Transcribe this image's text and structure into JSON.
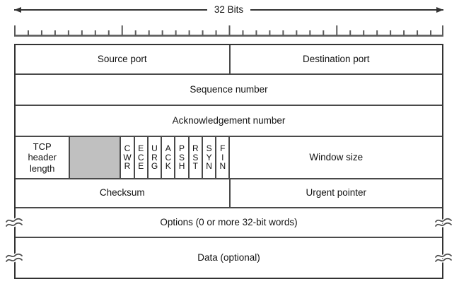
{
  "header": {
    "width_label": "32 Bits"
  },
  "ruler": {
    "bits": 32,
    "major_tick_every": 8
  },
  "colors": {
    "line": "#333333",
    "inner_line": "#4a4a4a",
    "ruler": "#5a5a5a",
    "shaded_fill": "#c0c0c0",
    "text": "#111111"
  },
  "rows": [
    {
      "name": "ports",
      "cells": [
        {
          "label": "Source port"
        },
        {
          "label": "Destination port"
        }
      ]
    },
    {
      "name": "sequence",
      "cells": [
        {
          "label": "Sequence number"
        }
      ]
    },
    {
      "name": "acknowledgement",
      "cells": [
        {
          "label": "Acknowledgement number"
        }
      ]
    },
    {
      "name": "header-length-and-flags",
      "header_length_label": "TCP\nheader\nlength",
      "flags": [
        "C\nW\nR",
        "E\nC\nE",
        "U\nR\nG",
        "A\nC\nK",
        "P\nS\nH",
        "R\nS\nT",
        "S\nY\nN",
        "F\nI\nN"
      ],
      "window_label": "Window size"
    },
    {
      "name": "checksum",
      "cells": [
        {
          "label": "Checksum"
        },
        {
          "label": "Urgent pointer"
        }
      ]
    },
    {
      "name": "options",
      "cells": [
        {
          "label": "Options (0 or more 32-bit words)"
        }
      ]
    },
    {
      "name": "data",
      "cells": [
        {
          "label": "Data (optional)"
        }
      ]
    }
  ]
}
